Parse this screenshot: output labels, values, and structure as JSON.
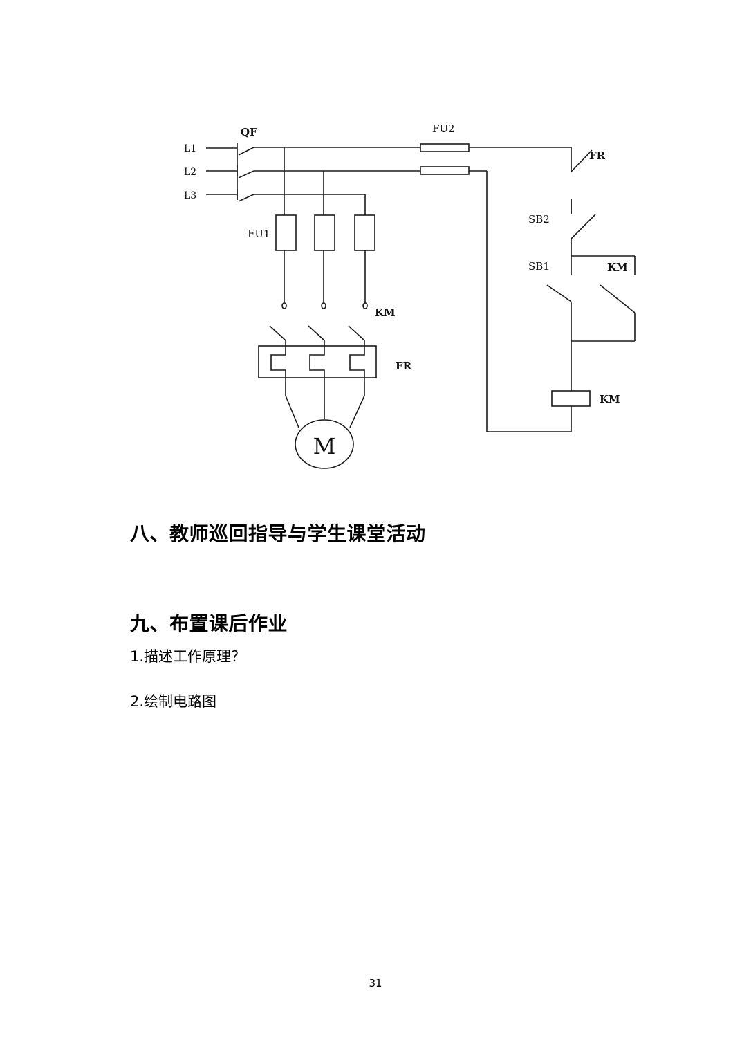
{
  "diagram": {
    "labels": {
      "qf": "QF",
      "l1": "L1",
      "l2": "L2",
      "l3": "L3",
      "fu2": "FU2",
      "fu1": "FU1",
      "fr_control": "FR",
      "sb2": "SB2",
      "sb1": "SB1",
      "km_aux": "KM",
      "km_main": "KM",
      "fr_main": "FR",
      "km_coil": "KM",
      "motor": "M"
    }
  },
  "sections": {
    "section8_heading": "八、教师巡回指导与学生课堂活动",
    "section9_heading": "九、布置课后作业",
    "homework_item1": "1.描述工作原理？",
    "homework_item2": "2.绘制电路图"
  },
  "page_number": "31"
}
